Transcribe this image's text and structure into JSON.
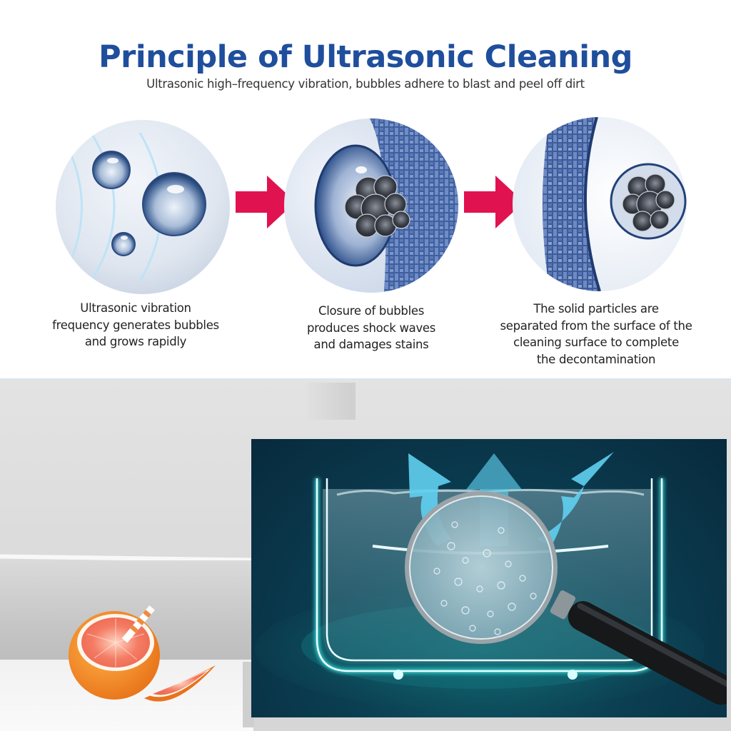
{
  "header": {
    "title": "Principle of Ultrasonic Cleaning",
    "subtitle": "Ultrasonic high–frequency vibration, bubbles adhere to blast and peel off dirt"
  },
  "steps": [
    {
      "icon": "bubbles-vibration-icon",
      "caption_lines": [
        "Ultrasonic vibration",
        "frequency generates bubbles",
        "and grows rapidly"
      ]
    },
    {
      "icon": "bubble-collapse-dirt-icon",
      "caption_lines": [
        "Closure of bubbles",
        "produces shock waves",
        "and damages stains"
      ]
    },
    {
      "icon": "particle-separated-icon",
      "caption_lines": [
        "The solid particles are",
        "separated from the surface of the",
        "cleaning surface to complete",
        "the decontamination"
      ]
    }
  ],
  "arrows": [
    {
      "icon": "right-arrow-icon"
    },
    {
      "icon": "right-arrow-icon"
    }
  ],
  "illustration": {
    "panel": "ultrasonic-tank-magnifier-illustration",
    "prop": "grapefruit-with-straw"
  },
  "colors": {
    "title_blue": "#1f4e9c",
    "arrow_red": "#e0124f",
    "panel_dark": "#0b3e52",
    "glow_cyan": "#3fe3e0",
    "flow_arrow_cyan": "#5fd0f0"
  }
}
